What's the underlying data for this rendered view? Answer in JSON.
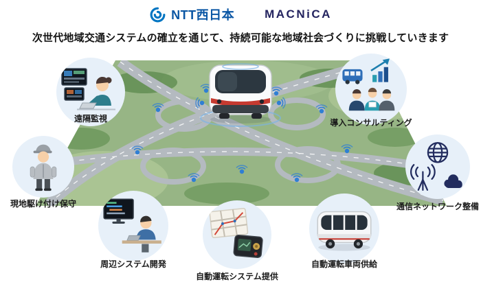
{
  "header": {
    "ntt": {
      "name": "NTT西日本"
    },
    "macnica": {
      "name": "MACNiCA"
    },
    "headline": "次世代地域交通システムの確立を通じて、持続可能な地域社会づくりに挑戦していきます"
  },
  "services": [
    {
      "id": "remote-monitoring",
      "label": "遠隔監視"
    },
    {
      "id": "introduction-consulting",
      "label": "導入コンサルティング"
    },
    {
      "id": "onsite-maintenance",
      "label": "現地駆け付け保守"
    },
    {
      "id": "network-development",
      "label": "通信ネットワーク整備"
    },
    {
      "id": "peripheral-system-dev",
      "label": "周辺システム開発"
    },
    {
      "id": "autonomous-system-provision",
      "label": "自動運転システム提供"
    },
    {
      "id": "vehicle-supply",
      "label": "自動運転車両供給"
    }
  ],
  "colors": {
    "ntt_blue": "#0075c2",
    "ntt_text_blue": "#0a56a4",
    "macnica_navy": "#23235f",
    "circle_bg": "#e7f0f9",
    "sensor_blue": "#2f7fd4",
    "grass_green": "#97b585",
    "road_gray": "#b4bac0",
    "bus_red": "#c63a30"
  },
  "icons": {
    "ntt_mark": "dynamic-loop-swirl",
    "scene": "highway-interchange-aerial",
    "bus": "autonomous-shuttle-front",
    "remote_monitoring": "operator-with-monitors",
    "consulting": "bus-chart-people",
    "maintenance": "field-worker",
    "network": "globe-antenna-cloud",
    "peripheral": "developer-with-code-screen",
    "ads": "map-and-controller",
    "vehicle": "shuttle-vehicle"
  }
}
